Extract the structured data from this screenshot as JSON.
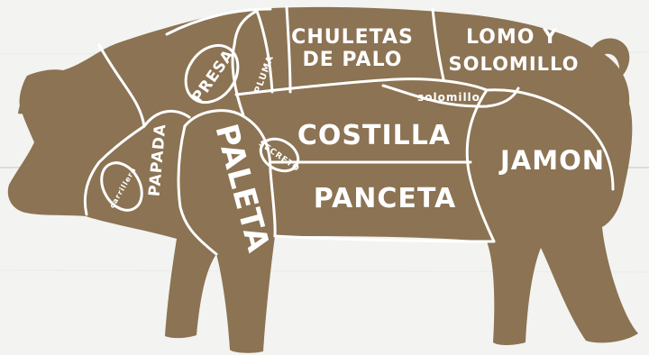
{
  "colors": {
    "background": "#f3f3f1",
    "board_line": "#dcdcda",
    "pig": "#8b7353",
    "cut_lines": "#ffffff",
    "label_text": "#ffffff"
  },
  "cuts": {
    "chuletas_line1": "CHULETAS",
    "chuletas_line2": "DE PALO",
    "lomo_line1": "LOMO Y",
    "lomo_line2": "SOLOMILLO",
    "presa": "PRESA",
    "pluma": "PLUMA",
    "solomillo": "solomillo",
    "costilla": "COSTILLA",
    "jamon": "JAMON",
    "papada": "PAPADA",
    "carrillera": "carrillera",
    "paleta": "PALETA",
    "secreto": "SECRETO",
    "panceta": "PANCETA"
  }
}
